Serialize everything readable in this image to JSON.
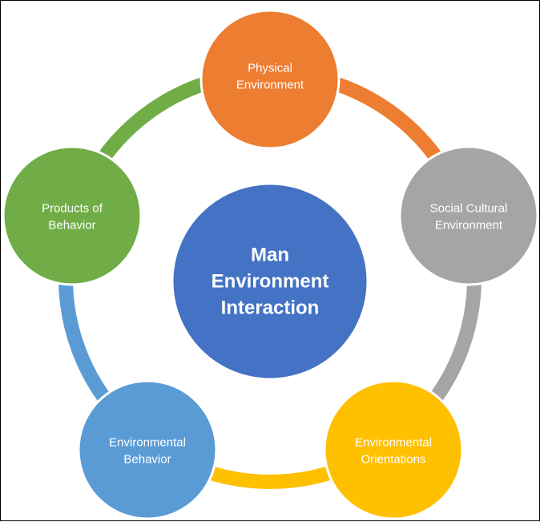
{
  "diagram": {
    "center": {
      "lines": [
        "Man",
        "Environment",
        "Interaction"
      ],
      "color": "#4472C4"
    },
    "nodes": [
      {
        "id": "physical",
        "lines": [
          "Physical",
          "Environment"
        ],
        "color": "#ED7D31"
      },
      {
        "id": "social",
        "lines": [
          "Social Cultural",
          "Environment"
        ],
        "color": "#A5A5A5"
      },
      {
        "id": "orientations",
        "lines": [
          "Environmental",
          "Orientations"
        ],
        "color": "#FFC000"
      },
      {
        "id": "behavior",
        "lines": [
          "Environmental",
          "Behavior"
        ],
        "color": "#5B9BD5"
      },
      {
        "id": "products",
        "lines": [
          "Products of",
          "Behavior"
        ],
        "color": "#70AD47"
      }
    ]
  }
}
